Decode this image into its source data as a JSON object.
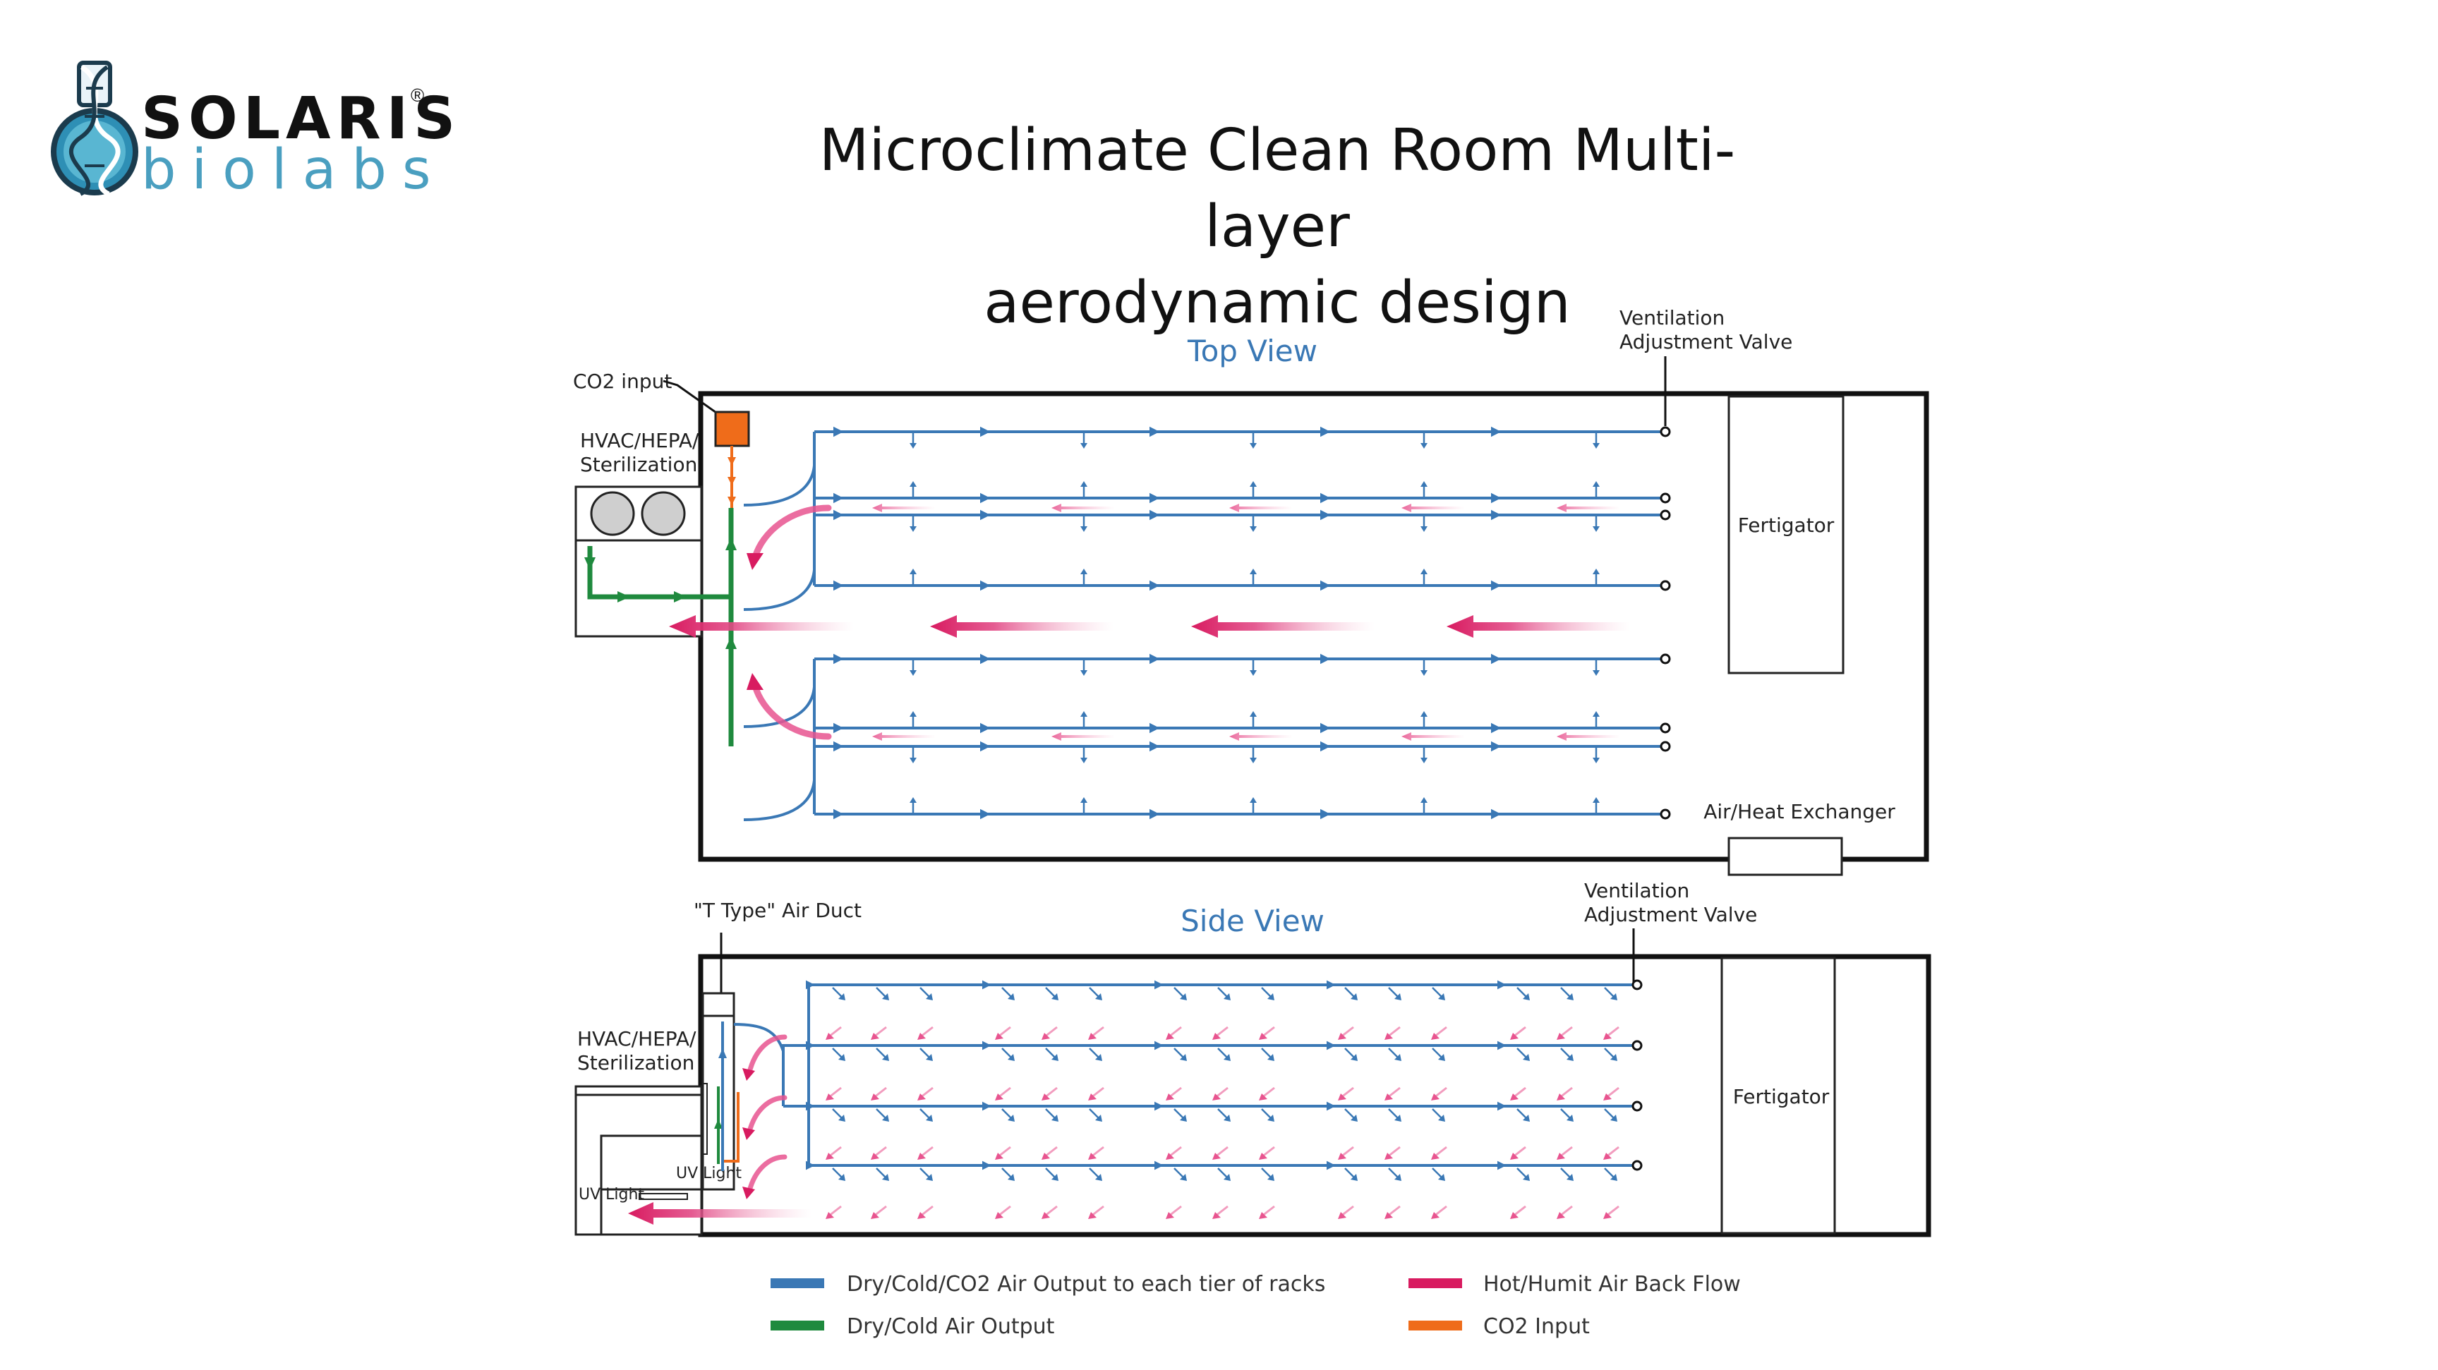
{
  "brand": {
    "name_line1": "SOLARIS",
    "name_line2": "biolabs",
    "registered": "®"
  },
  "title": {
    "line1": "Microclimate Clean Room Multi-layer",
    "line2": "aerodynamic design"
  },
  "top_view": {
    "title": "Top View",
    "co2_input_label": "CO2 input",
    "hvac_label_1": "HVAC/HEPA/",
    "hvac_label_2": "Sterilization",
    "valve_label_1": "Ventilation",
    "valve_label_2": "Adjustment Valve",
    "fertigator_label": "Fertigator",
    "exchanger_label": "Air/Heat Exchanger"
  },
  "side_view": {
    "title": "Side View",
    "duct_label": "\"T Type\" Air Duct",
    "hvac_label_1": "HVAC/HEPA/",
    "hvac_label_2": "Sterilization",
    "valve_label_1": "Ventilation",
    "valve_label_2": "Adjustment Valve",
    "fertigator_label": "Fertigator",
    "uv_light_label_1": "UV Light",
    "uv_light_label_2": "UV Light"
  },
  "legend": [
    {
      "label": "Dry/Cold/CO2 Air Output to each tier of racks",
      "color": "#3a78b5"
    },
    {
      "label": "Dry/Cold Air Output",
      "color": "#1f8a3e"
    },
    {
      "label": "Hot/Humit Air Back Flow",
      "color": "#d81b60"
    },
    {
      "label": "CO2 Input",
      "color": "#ef6c1a"
    }
  ],
  "colors": {
    "blue": "#3a78b5",
    "green": "#1f8a3e",
    "pink": "#d81b60",
    "orange": "#ef6c1a",
    "black": "#111111"
  }
}
